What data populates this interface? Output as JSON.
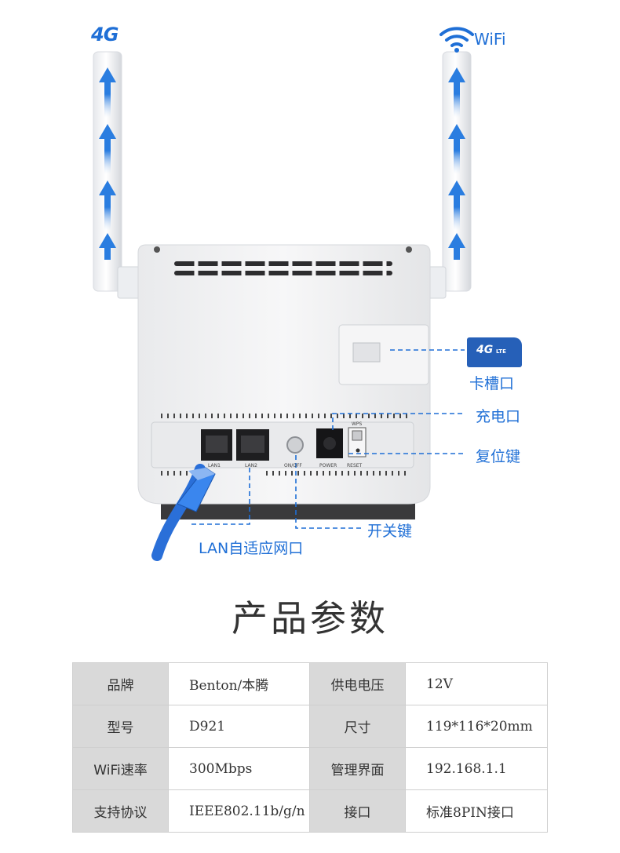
{
  "antenna_labels": {
    "left_badge": "4G",
    "right_label": "WiFi"
  },
  "sim_icon": {
    "big": "4G",
    "small": "LTE"
  },
  "port_labels": {
    "lan1": "LAN1",
    "lan2": "LAN2",
    "onoff": "ON/OFF",
    "power": "POWER",
    "wps": "WPS",
    "reset": "RESET"
  },
  "callouts": {
    "sim_slot": "卡槽口",
    "charge_port": "充电口",
    "reset_key": "复位键",
    "power_switch": "开关键",
    "lan_port": "LAN自适应网口"
  },
  "section_title": "产品参数",
  "spec_table": [
    [
      {
        "k": "品牌",
        "v": "Benton/本腾"
      },
      {
        "k": "供电电压",
        "v": "12V"
      }
    ],
    [
      {
        "k": "型号",
        "v": "D921"
      },
      {
        "k": "尺寸",
        "v": "119*116*20mm"
      }
    ],
    [
      {
        "k": "WiFi速率",
        "v": "300Mbps"
      },
      {
        "k": "管理界面",
        "v": "192.168.1.1"
      }
    ],
    [
      {
        "k": "支持协议",
        "v": "IEEE802.11b/g/n"
      },
      {
        "k": "接口",
        "v": "标准8PIN接口"
      }
    ]
  ],
  "colors": {
    "accent": "#1f6fd6",
    "cable": "#2a6fd8",
    "device_body": "#f3f3f4"
  }
}
